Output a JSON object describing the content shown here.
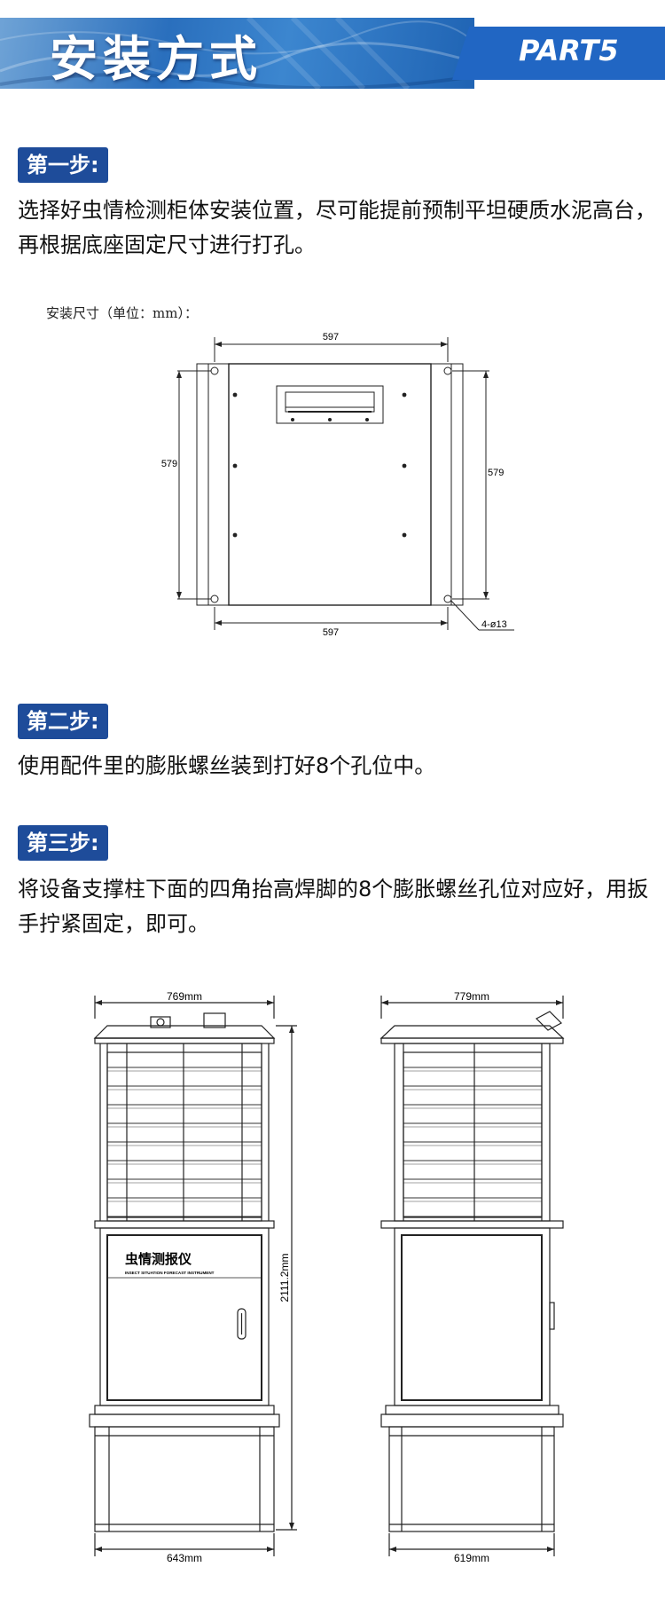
{
  "header": {
    "title": "安装方式",
    "part": "PART5"
  },
  "step1": {
    "label": "第一步:",
    "text": "选择好虫情检测柜体安装位置，尽可能提前预制平坦硬质水泥高台，再根据底座固定尺寸进行打孔。"
  },
  "drawing1": {
    "note": "安装尺寸（单位：mm）：",
    "width_top": "597",
    "width_bottom": "597",
    "height_left": "579",
    "height_right": "579",
    "hole": "4-ø13"
  },
  "step2": {
    "label": "第二步:",
    "text": "使用配件里的膨胀螺丝装到打好8个孔位中。"
  },
  "step3": {
    "label": "第三步:",
    "text": "将设备支撑柱下面的四角抬高焊脚的8个膨胀螺丝孔位对应好，用扳手拧紧固定，即可。"
  },
  "drawing2": {
    "front_width": "769mm",
    "side_width": "779mm",
    "height": "2111.2mm",
    "front_base": "643mm",
    "side_base": "619mm",
    "device_name": "虫情测报仪",
    "device_name_en": "INSECT SITUATION FORECAST INSTRUMENT"
  },
  "colors": {
    "banner_blue": "#2166c3",
    "badge_blue": "#1e4c9a"
  }
}
